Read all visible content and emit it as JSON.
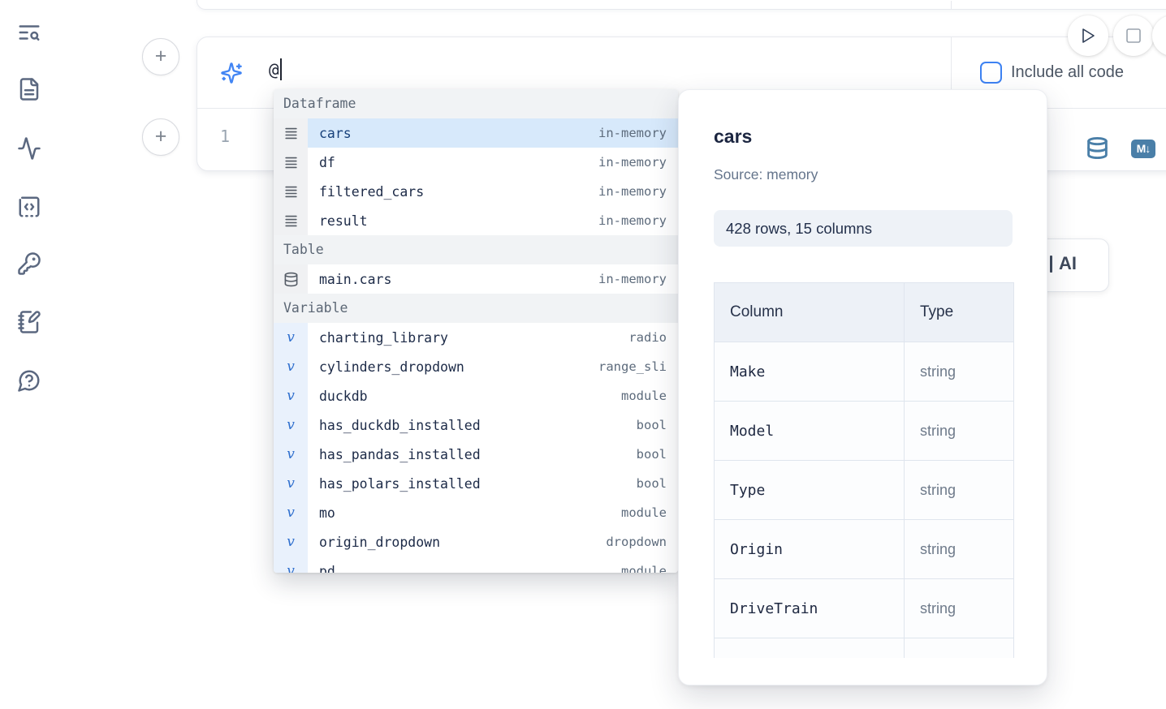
{
  "colors": {
    "accent_blue": "#3d82f2",
    "steel_blue": "#4a7fa8",
    "selected_row_bg": "#d7e9fb",
    "variable_gutter_bg": "#e9f1fc",
    "section_header_bg": "#f1f3f5",
    "sidebar_icon": "#5b6880"
  },
  "sidebar": {
    "icons": [
      {
        "name": "text-search-icon"
      },
      {
        "name": "file-text-icon"
      },
      {
        "name": "activity-icon"
      },
      {
        "name": "snippets-icon"
      },
      {
        "name": "key-icon"
      },
      {
        "name": "scratchpad-icon"
      },
      {
        "name": "help-icon"
      }
    ]
  },
  "run_controls": {
    "play": {
      "name": "run-button",
      "icon": "play-icon"
    },
    "stop": {
      "name": "stop-button",
      "icon": "stop-icon"
    }
  },
  "cell": {
    "add_cell_top": "+",
    "add_cell_bottom": "+",
    "ai_prompt_value": "@",
    "include_all_code": "Include all code",
    "line_number": "1",
    "actions": [
      {
        "name": "convert-to-sql-button",
        "icon": "database-icon"
      },
      {
        "name": "convert-to-markdown-button",
        "icon": "markdown-icon",
        "label": "M↓"
      }
    ]
  },
  "autocomplete": {
    "sections": [
      {
        "label": "Dataframe",
        "icon": "dataframe",
        "items": [
          {
            "name": "cars",
            "type": "in-memory",
            "selected": true
          },
          {
            "name": "df",
            "type": "in-memory"
          },
          {
            "name": "filtered_cars",
            "type": "in-memory"
          },
          {
            "name": "result",
            "type": "in-memory"
          }
        ]
      },
      {
        "label": "Table",
        "icon": "table",
        "items": [
          {
            "name": "main.cars",
            "type": "in-memory"
          }
        ]
      },
      {
        "label": "Variable",
        "icon": "variable",
        "items": [
          {
            "name": "charting_library",
            "type": "radio"
          },
          {
            "name": "cylinders_dropdown",
            "type": "range_sli"
          },
          {
            "name": "duckdb",
            "type": "module"
          },
          {
            "name": "has_duckdb_installed",
            "type": "bool"
          },
          {
            "name": "has_pandas_installed",
            "type": "bool"
          },
          {
            "name": "has_polars_installed",
            "type": "bool"
          },
          {
            "name": "mo",
            "type": "module"
          },
          {
            "name": "origin_dropdown",
            "type": "dropdown"
          },
          {
            "name": "pd",
            "type": "module",
            "clipped": true
          }
        ]
      }
    ]
  },
  "preview": {
    "title": "cars",
    "source": "Source: memory",
    "shape": "428 rows, 15 columns",
    "table": {
      "headers": [
        "Column",
        "Type"
      ],
      "rows": [
        [
          "Make",
          "string"
        ],
        [
          "Model",
          "string"
        ],
        [
          "Type",
          "string"
        ],
        [
          "Origin",
          "string"
        ],
        [
          "DriveTrain",
          "string"
        ],
        [
          "",
          ""
        ]
      ]
    }
  },
  "ai_button": {
    "visible_label": "AI"
  }
}
